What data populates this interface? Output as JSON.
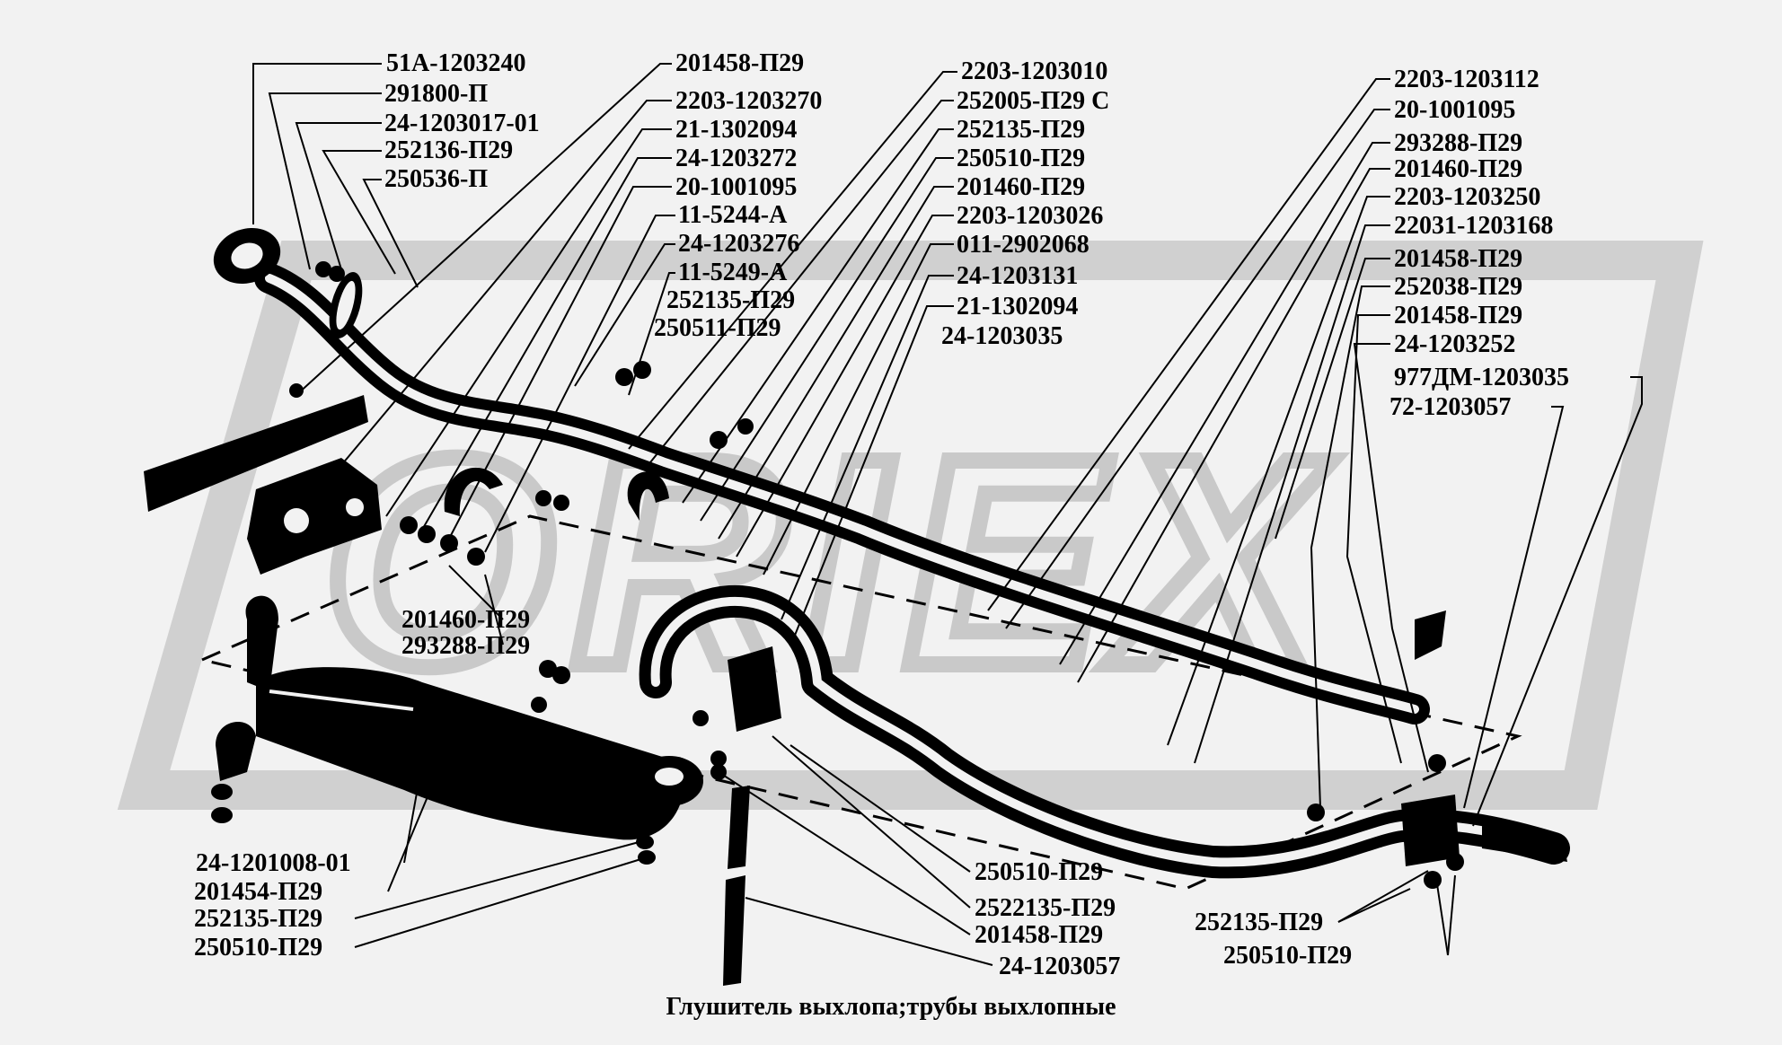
{
  "title": "Глушитель выхлопа;трубы выхлопные",
  "watermark": "ORIEX",
  "colors": {
    "background": "#f2f2f2",
    "ink": "#000000",
    "watermark": "#c9c9c9"
  },
  "labels": {
    "left_top": [
      "51А-1203240",
      "291800-П",
      "24-1203017-01",
      "252136-П29",
      "250536-П"
    ],
    "center_left": [
      "201458-П29",
      "2203-1203270",
      "21-1302094",
      "24-1203272",
      "20-1001095",
      "11-5244-А",
      "24-1203276",
      "11-5249-А",
      "252135-П29",
      "250511-П29"
    ],
    "center_right": [
      "2203-1203010",
      "252005-П29 С",
      "252135-П29",
      "250510-П29",
      "201460-П29",
      "2203-1203026",
      "011-2902068",
      "24-1203131",
      "21-1302094",
      "24-1203035"
    ],
    "right": [
      "2203-1203112",
      "20-1001095",
      "293288-П29",
      "201460-П29",
      "2203-1203250",
      "22031-1203168",
      "201458-П29",
      "252038-П29",
      "201458-П29",
      "24-1203252",
      "977ДМ-1203035",
      "72-1203057"
    ],
    "mid_left": [
      "201460-П29",
      "293288-П29"
    ],
    "bottom_left": [
      "24-1201008-01",
      "201454-П29",
      "252135-П29",
      "250510-П29"
    ],
    "bottom_center": [
      "250510-П29",
      "2522135-П29",
      "201458-П29",
      "24-1203057"
    ],
    "bottom_right": [
      "252135-П29",
      "250510-П29"
    ]
  }
}
